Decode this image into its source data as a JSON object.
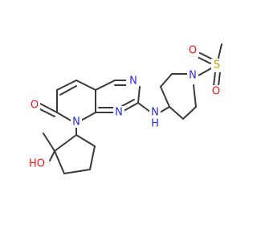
{
  "colors": {
    "bond": "#3a3a3a",
    "nitrogen": "#2b2bd4",
    "oxygen": "#e8191b",
    "sulfur": "#b8a400",
    "background": "#ffffff"
  },
  "labels": {
    "pyrimidine_n_top": "N",
    "pyrimidine_n_bottom": "N",
    "ring_n_lactam": "N",
    "amine_nh": "N",
    "amine_h": "H",
    "piperidine_n": "N",
    "lactam_o": "O",
    "sulfonyl_s": "S",
    "sulfonyl_o_top": "O",
    "sulfonyl_o_bottom": "O",
    "hydroxyl": "HO"
  }
}
